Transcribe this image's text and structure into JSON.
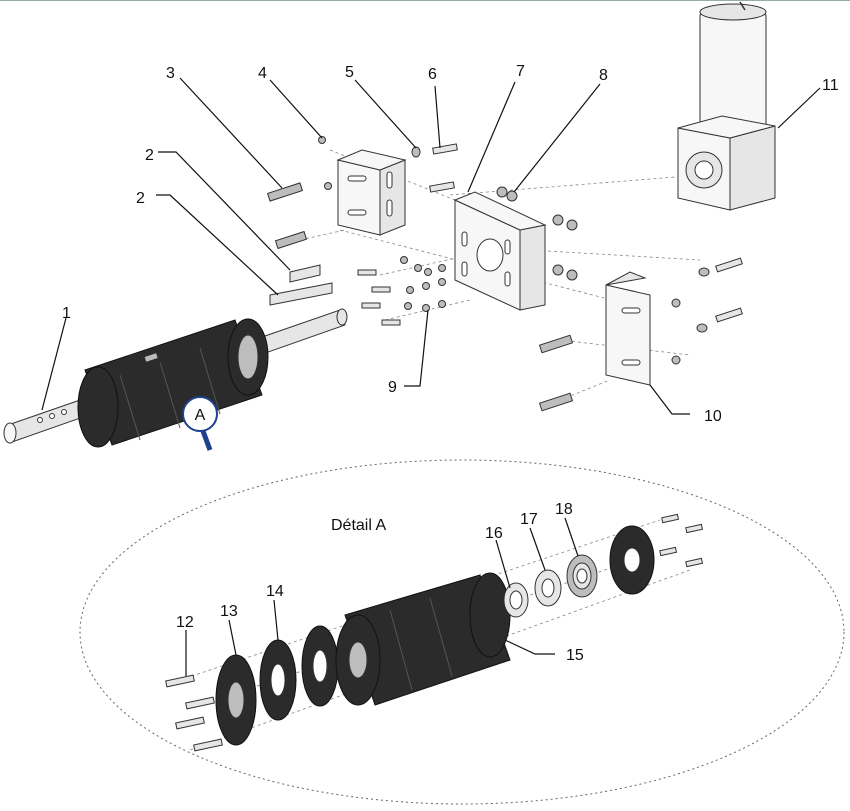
{
  "detail_title": "Détail A",
  "callout_letter": "A",
  "part_numbers": {
    "p1": "1",
    "p2a": "2",
    "p2b": "2",
    "p3": "3",
    "p4": "4",
    "p5": "5",
    "p6": "6",
    "p7": "7",
    "p8": "8",
    "p9": "9",
    "p10": "10",
    "p11": "11",
    "p12": "12",
    "p13": "13",
    "p14": "14",
    "p15": "15",
    "p16": "16",
    "p17": "17",
    "p18": "18"
  },
  "colors": {
    "callout_blue": "#1f3f8f",
    "part_dark": "#2b2b2b",
    "part_light": "#e6e6e6"
  }
}
